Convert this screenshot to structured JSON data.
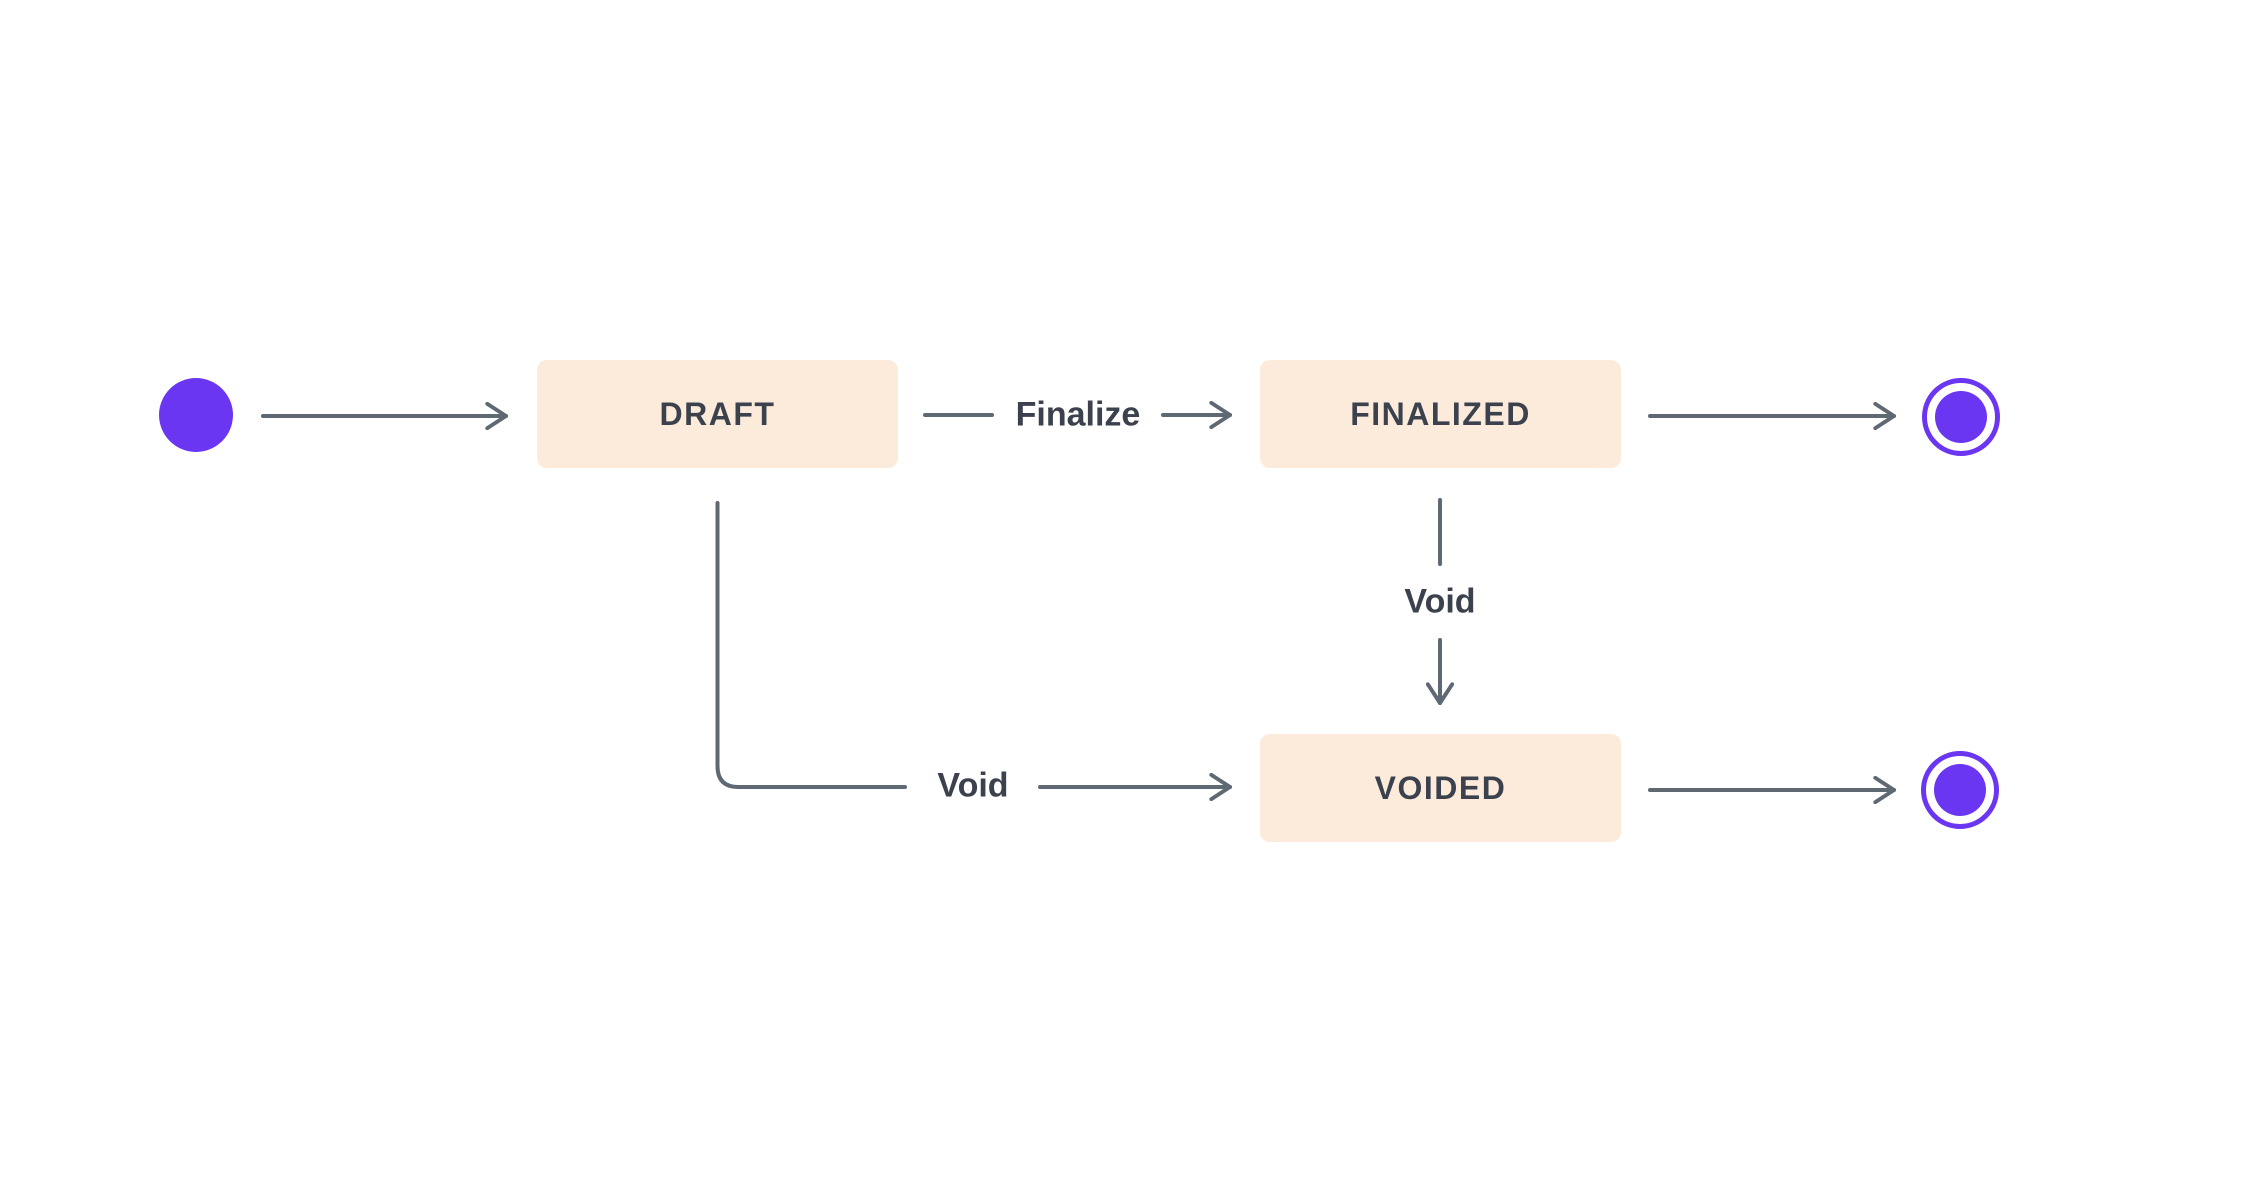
{
  "diagram": {
    "type": "state-machine",
    "background_color": "#ffffff",
    "colors": {
      "state_fill": "#fcebdb",
      "state_text": "#3b424d",
      "edge_stroke": "#5f6974",
      "edge_label_text": "#3b424d",
      "terminal_purple": "#6b36f2"
    },
    "nodes": {
      "start": {
        "shape": "filled-circle"
      },
      "draft": {
        "label": "DRAFT"
      },
      "finalized": {
        "label": "FINALIZED"
      },
      "voided": {
        "label": "VOIDED"
      },
      "end_after_finalized": {
        "shape": "ringed-circle"
      },
      "end_after_voided": {
        "shape": "ringed-circle"
      }
    },
    "edges": {
      "start_to_draft": {
        "from": "start",
        "to": "draft",
        "label": ""
      },
      "draft_to_finalized": {
        "from": "draft",
        "to": "finalized",
        "label": "Finalize"
      },
      "finalized_to_end": {
        "from": "finalized",
        "to": "end_after_finalized",
        "label": ""
      },
      "finalized_to_voided": {
        "from": "finalized",
        "to": "voided",
        "label": "Void"
      },
      "draft_to_voided": {
        "from": "draft",
        "to": "voided",
        "label": "Void"
      },
      "voided_to_end": {
        "from": "voided",
        "to": "end_after_voided",
        "label": ""
      }
    }
  }
}
